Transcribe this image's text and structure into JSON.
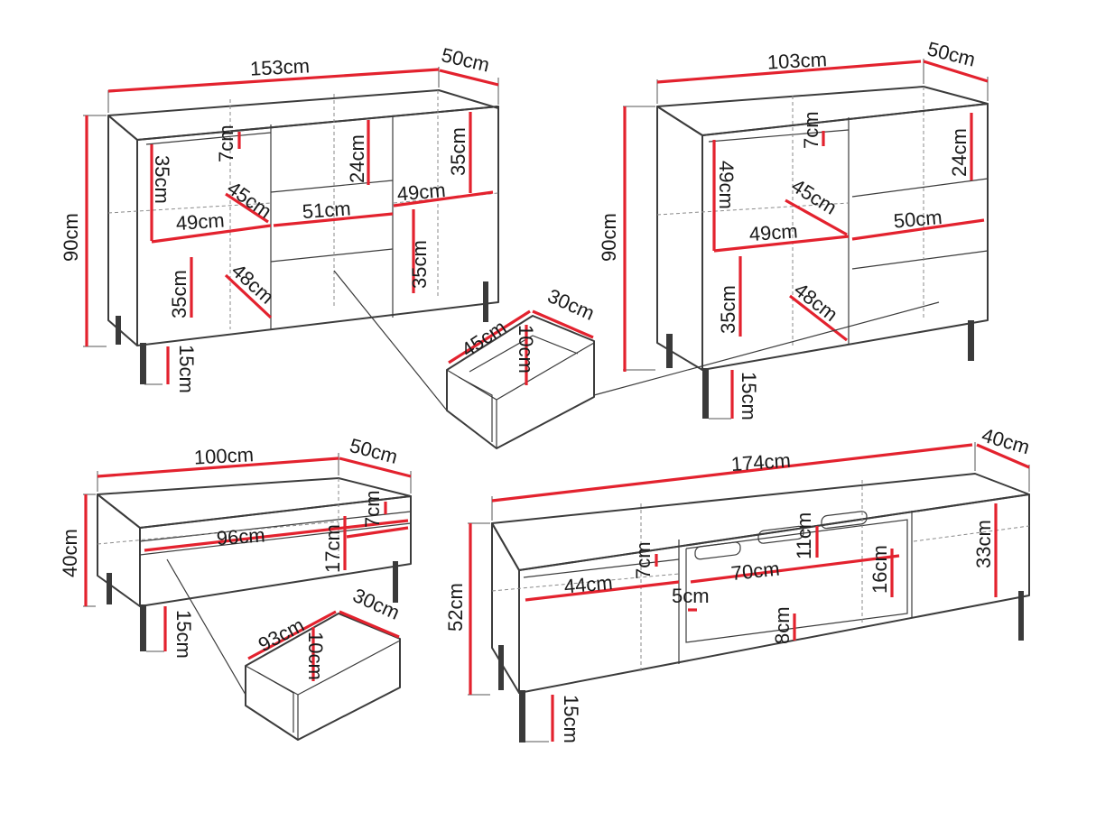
{
  "sideboard_large": {
    "width": "153cm",
    "depth": "50cm",
    "height": "90cm",
    "legs": "15cm",
    "shelf_gap_top_left": "7cm",
    "left_upper": "35cm",
    "left_depth": "45cm",
    "left_width": "49cm",
    "left_lower": "35cm",
    "left_lower_depth": "48cm",
    "mid_drawer_h": "24cm",
    "mid_width": "51cm",
    "right_upper": "35cm",
    "right_width": "49cm",
    "right_lower": "35cm"
  },
  "drawer_large": {
    "width": "45cm",
    "depth": "30cm",
    "height": "10cm"
  },
  "sideboard_small": {
    "width": "103cm",
    "depth": "50cm",
    "height": "90cm",
    "legs": "15cm",
    "gap": "7cm",
    "left_upper": "49cm",
    "left_depth": "45cm",
    "left_width": "49cm",
    "left_lower": "35cm",
    "left_lower_depth": "48cm",
    "right_drawer_h": "24cm",
    "right_width": "50cm"
  },
  "coffee_table": {
    "width": "100cm",
    "depth": "50cm",
    "height": "40cm",
    "legs": "15cm",
    "inner_width": "96cm",
    "gap": "7cm",
    "drawer_h": "17cm"
  },
  "drawer_small": {
    "width": "93cm",
    "depth": "30cm",
    "height": "10cm"
  },
  "tv_stand": {
    "width": "174cm",
    "depth": "40cm",
    "height": "52cm",
    "legs": "15cm",
    "left_width": "44cm",
    "left_gap": "7cm",
    "mid_width": "70cm",
    "mid_top": "11cm",
    "mid_right": "16cm",
    "mid_side": "5cm",
    "mid_bottom": "8cm",
    "right_h": "33cm"
  }
}
